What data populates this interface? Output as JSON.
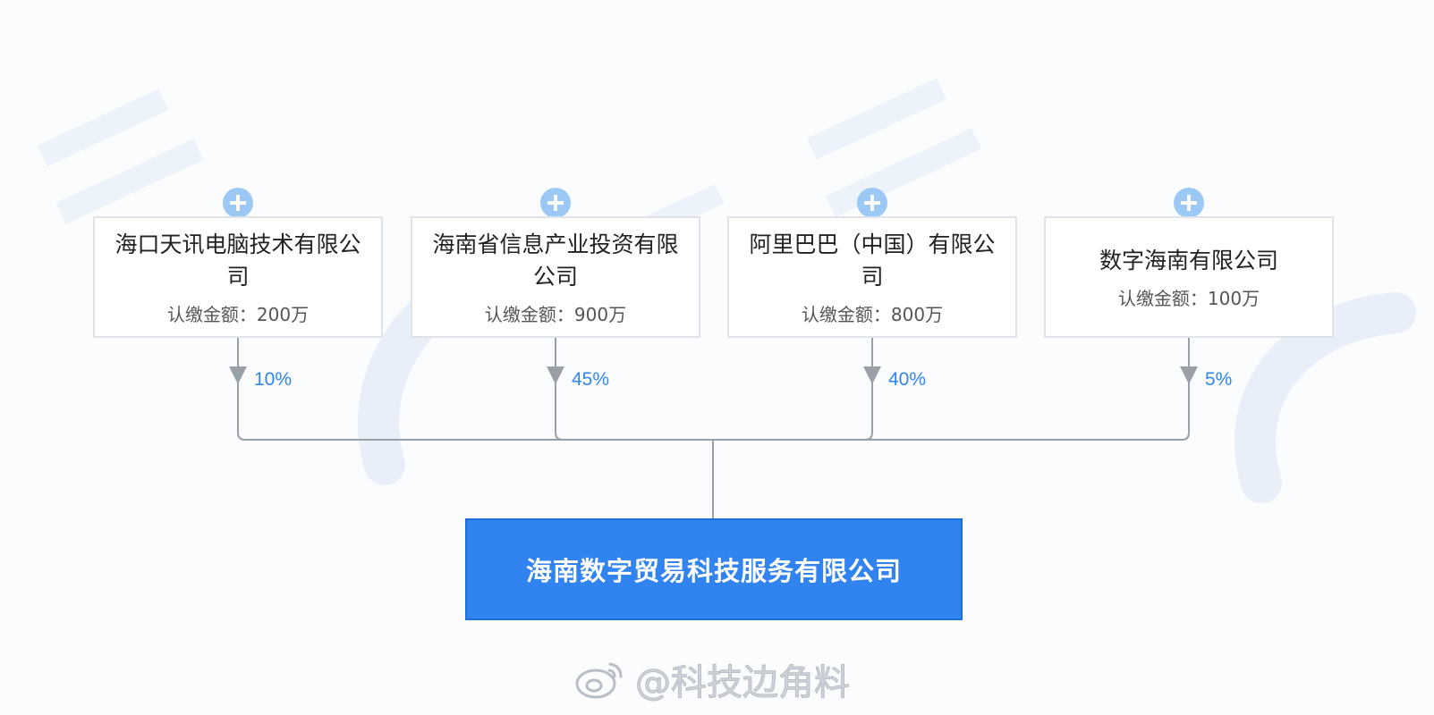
{
  "shareholders": [
    {
      "name": "海口天讯电脑技术有限公司",
      "amount": "认缴金额：200万",
      "percent": "10%"
    },
    {
      "name": "海南省信息产业投资有限公司",
      "amount": "认缴金额：900万",
      "percent": "45%"
    },
    {
      "name": "阿里巴巴（中国）有限公司",
      "amount": "认缴金额：800万",
      "percent": "40%"
    },
    {
      "name": "数字海南有限公司",
      "amount": "认缴金额：100万",
      "percent": "5%"
    }
  ],
  "target": {
    "name": "海南数字贸易科技服务有限公司"
  },
  "credit": {
    "text": "@科技边角料",
    "icon": "weibo-icon"
  },
  "colors": {
    "accent": "#3183f0",
    "percent": "#2f86f0",
    "connector": "#9aa0a8",
    "expand_button": "#9cc8f5",
    "watermark": "#eaf1fb"
  }
}
